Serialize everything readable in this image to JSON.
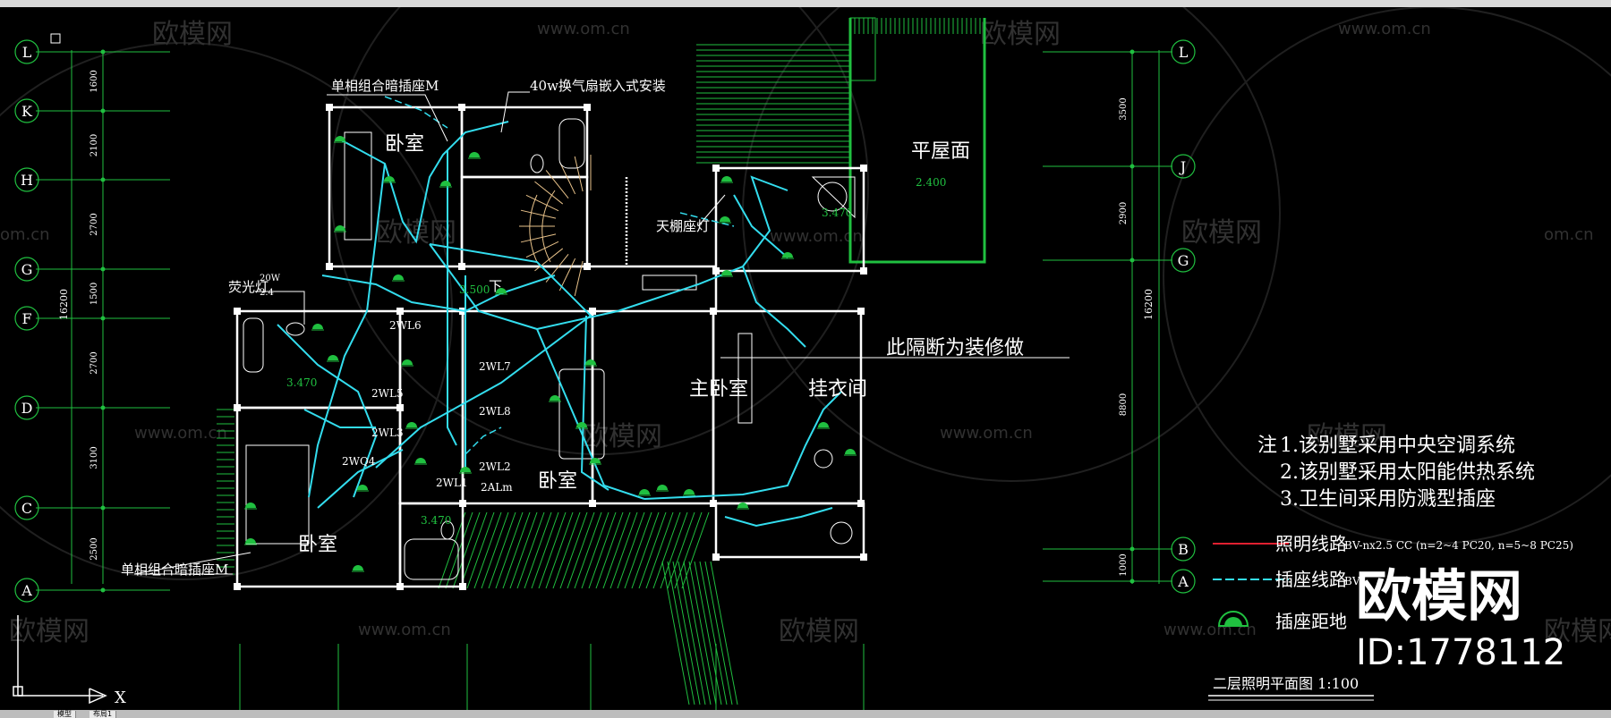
{
  "window": {
    "model_tab": "模型",
    "layout_tab": "布局1"
  },
  "drawing": {
    "title": "二层照明平面图 1:100",
    "rooms": {
      "bedroom_top": "卧室",
      "bedroom_mid": "卧室",
      "bedroom_bottom": "卧室",
      "master_bedroom": "主卧室",
      "closet": "挂衣间",
      "flat_roof": "平屋面"
    },
    "labels": {
      "socket_top": "单相组合暗插座M",
      "socket_bottom": "单相组合暗插座M",
      "fan": "40w换气扇嵌入式安装",
      "fluorescent": "荧光灯",
      "fluorescent_w": "20W",
      "fluorescent_sub": "2.4",
      "ceiling_lamp": "天棚座灯",
      "partition_note": "此隔断为装修做",
      "down": "下"
    },
    "elevations": [
      "2.400",
      "3.470",
      "3.500",
      "3.470",
      "3.470"
    ],
    "circuits": [
      "2WL6",
      "2WL5",
      "2WL3",
      "2WQ4",
      "2WL7",
      "2WL8",
      "2WL2",
      "2WL1",
      "2ALm"
    ],
    "grid_left": {
      "axes": [
        "L",
        "K",
        "H",
        "G",
        "F",
        "D",
        "C",
        "A"
      ],
      "dims": [
        "1600",
        "2100",
        "2700",
        "1500",
        "2700",
        "3100",
        "2500"
      ],
      "total": "16200"
    },
    "grid_right": {
      "axes": [
        "L",
        "J",
        "G",
        "B",
        "A"
      ],
      "dims": [
        "3500",
        "2900",
        "8800",
        "1000"
      ],
      "total": "16200"
    },
    "notes": {
      "prefix": "注",
      "items": [
        "1.该别墅采用中央空调系统",
        "2.该别墅采用太阳能供热系统",
        "3.卫生间采用防溅型插座"
      ]
    },
    "legend": {
      "lighting_label": "照明线路",
      "lighting_spec": "BV-nx2.5  CC (n=2~4 PC20, n=5~8 PC25)",
      "socket_label": "插座线路",
      "socket_spec": "BV-",
      "height_label": "插座距地"
    }
  },
  "watermark": {
    "brand": "欧模网",
    "url": "www.om.cn",
    "url_short": "om.cn",
    "id": "ID:1778112"
  },
  "colors": {
    "background": "#000000",
    "wall": "#ffffff",
    "socket_line": "#33ddee",
    "light_line": "#e02030",
    "grid_line": "#20c040",
    "dim_text": "#ffffff"
  }
}
